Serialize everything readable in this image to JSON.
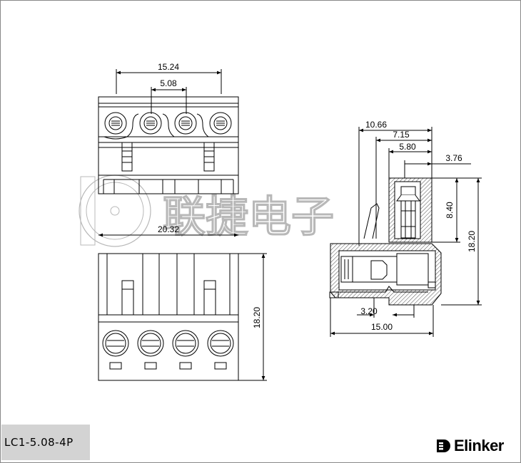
{
  "dimensions": {
    "top_overall_width": "15.24",
    "top_pitch": "5.08",
    "front_width": "20.32",
    "front_height": "18.20",
    "side_depth_outer": "10.66",
    "side_depth_mid": "7.15",
    "side_depth_inner": "5.80",
    "side_screw_width": "3.76",
    "side_upper_height": "8.40",
    "side_total_height": "18.20",
    "side_bottom_inner": "3.20",
    "side_bottom_length": "15.00"
  },
  "watermark": {
    "text": "联捷电子"
  },
  "part_number": "LC1-5.08-4P",
  "brand": {
    "name": "Elinker"
  },
  "colors": {
    "line": "#000000",
    "watermark": "#b8b8b8",
    "label_bg": "#d3d3d3"
  }
}
